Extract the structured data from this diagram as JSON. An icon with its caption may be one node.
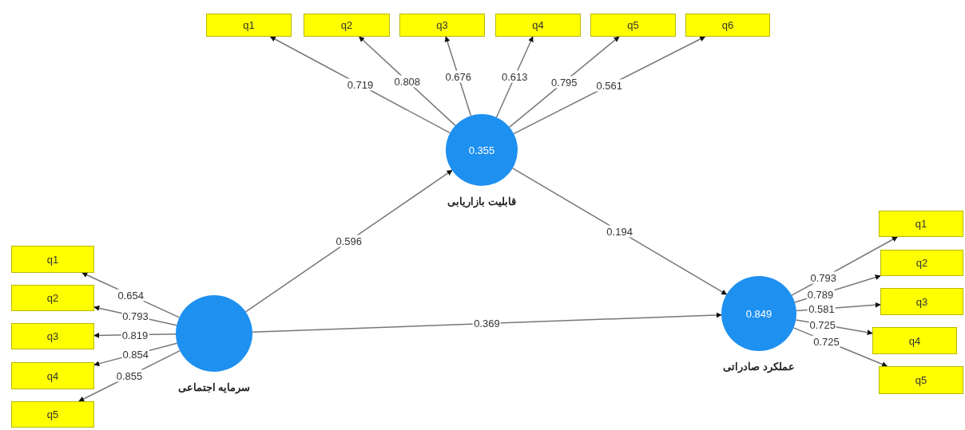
{
  "diagram": {
    "nodes": [
      {
        "text": [
          "q1"
        ]
      },
      {
        "text": [
          "q2"
        ]
      },
      {
        "text": [
          "q3"
        ]
      },
      {
        "text": [
          "q4"
        ]
      },
      {
        "text": [
          "q5"
        ]
      },
      {
        "text": [
          "q6"
        ]
      },
      {
        "text": [
          "0.355"
        ],
        "beside": [
          "قابلیت بازاریابی"
        ]
      },
      {
        "text": [
          "q1"
        ]
      },
      {
        "text": [
          "q2"
        ]
      },
      {
        "text": [
          "q3"
        ]
      },
      {
        "text": [
          "q4"
        ]
      },
      {
        "text": [
          "q5"
        ]
      },
      {
        "text": [],
        "shape": "circle",
        "beside": [
          "سرمایه اجتماعی"
        ]
      },
      {
        "text": [
          "0.849"
        ],
        "beside": [
          "عملکرد صادراتی"
        ]
      },
      {
        "text": [
          "q1"
        ]
      },
      {
        "text": [
          "q2"
        ]
      },
      {
        "text": [
          "q3"
        ]
      },
      {
        "text": [
          "q4"
        ]
      },
      {
        "text": [
          "q5"
        ]
      }
    ],
    "edges": [
      {
        "from": 6,
        "to": 0,
        "arrow": "to",
        "label": "0.719"
      },
      {
        "from": 6,
        "to": 1,
        "arrow": "to",
        "label": "0.808"
      },
      {
        "from": 6,
        "to": 2,
        "arrow": "to",
        "label": "0.676"
      },
      {
        "from": 6,
        "to": 3,
        "arrow": "to",
        "label": "0.613"
      },
      {
        "from": 6,
        "to": 4,
        "arrow": "to",
        "label": "0.795"
      },
      {
        "from": 6,
        "to": 5,
        "arrow": "to",
        "label": "0.561"
      },
      {
        "from": 12,
        "to": 7,
        "arrow": "to",
        "label": "0.654"
      },
      {
        "from": 12,
        "to": 8,
        "arrow": "to",
        "label": "0.793"
      },
      {
        "from": 12,
        "to": 9,
        "arrow": "to",
        "label": "0.819"
      },
      {
        "from": 12,
        "to": 10,
        "arrow": "to",
        "label": "0.854"
      },
      {
        "from": 12,
        "to": 11,
        "arrow": "to",
        "label": "0.855"
      },
      {
        "from": 12,
        "to": 6,
        "arrow": "to",
        "label": "0.596"
      },
      {
        "from": 6,
        "to": 13,
        "arrow": "to",
        "label": "0.194"
      },
      {
        "from": 12,
        "to": 13,
        "arrow": "to",
        "label": "0.369"
      },
      {
        "from": 13,
        "to": 14,
        "arrow": "to",
        "label": "0.793"
      },
      {
        "from": 13,
        "to": 15,
        "arrow": "to",
        "label": "0.789"
      },
      {
        "from": 13,
        "to": 16,
        "arrow": "to",
        "label": "0.581"
      },
      {
        "from": 13,
        "to": 17,
        "arrow": "to",
        "label": "0.725"
      },
      {
        "from": 13,
        "to": 18,
        "arrow": "to",
        "label": "0.725"
      }
    ]
  }
}
